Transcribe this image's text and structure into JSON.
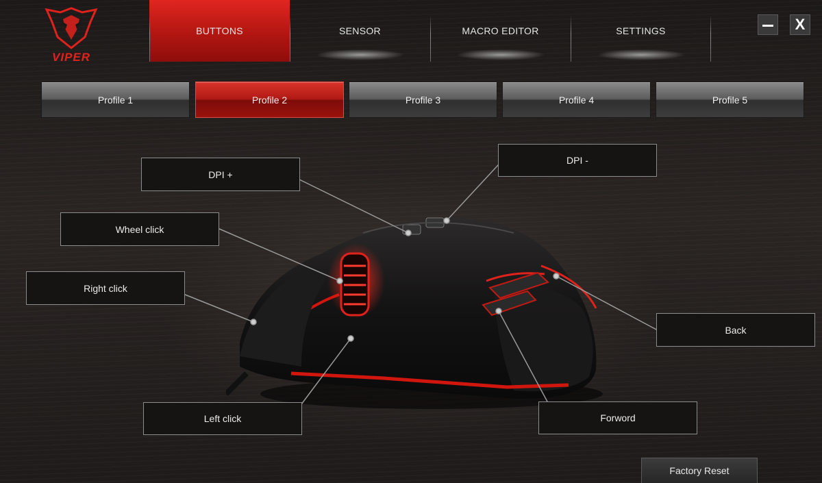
{
  "logo": {
    "text": "VIPER",
    "accent": "#e0221c",
    "icon": "viper-head-icon"
  },
  "nav": {
    "tabs": [
      {
        "label": "BUTTONS",
        "active": true
      },
      {
        "label": "SENSOR",
        "active": false
      },
      {
        "label": "MACRO EDITOR",
        "active": false
      },
      {
        "label": "SETTINGS",
        "active": false
      }
    ]
  },
  "window_controls": {
    "minimize_icon": "minimize-icon",
    "close_label": "X"
  },
  "profiles": [
    {
      "label": "Profile 1",
      "active": false
    },
    {
      "label": "Profile 2",
      "active": true
    },
    {
      "label": "Profile 3",
      "active": false
    },
    {
      "label": "Profile 4",
      "active": false
    },
    {
      "label": "Profile 5",
      "active": false
    }
  ],
  "buttons": {
    "dpi_plus": "DPI +",
    "dpi_minus": "DPI -",
    "wheel_click": "Wheel click",
    "right_click": "Right click",
    "left_click": "Left click",
    "back": "Back",
    "forward": "Forword"
  },
  "factory_reset": "Factory Reset",
  "colors": {
    "accent_red": "#c41a14",
    "background": "#1f1c1b",
    "callout_border": "#8d8d8d"
  }
}
